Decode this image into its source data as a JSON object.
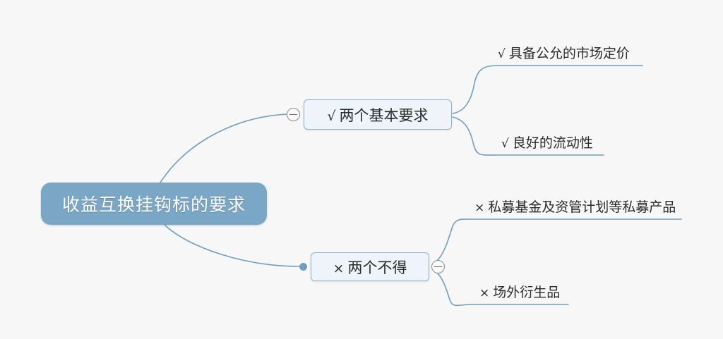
{
  "diagram": {
    "type": "mind-map",
    "title": "收益互换挂钩标的要求",
    "background_color": "#f7f7f7",
    "accent_color": "#7ba7c7",
    "edge_color": "#6d9ec4"
  },
  "root": {
    "label": "收益互换挂钩标的要求",
    "fill_color": "#7ba7c7",
    "text_color": "#ffffff"
  },
  "branches": [
    {
      "id": "basic",
      "mark": "√",
      "label": "两个基本要求",
      "collapse_state": "expanded",
      "collapse_icon": "minus-circle-icon",
      "children": [
        {
          "mark": "√",
          "label": "具备公允的市场定价"
        },
        {
          "mark": "√",
          "label": "良好的流动性"
        }
      ]
    },
    {
      "id": "forbid",
      "mark": "×",
      "label": "两个不得",
      "collapse_state": "expanded",
      "collapse_icon": "minus-circle-icon",
      "children": [
        {
          "mark": "×",
          "label": "私募基金及资管计划等私募产品"
        },
        {
          "mark": "×",
          "label": "场外衍生品"
        }
      ]
    }
  ]
}
